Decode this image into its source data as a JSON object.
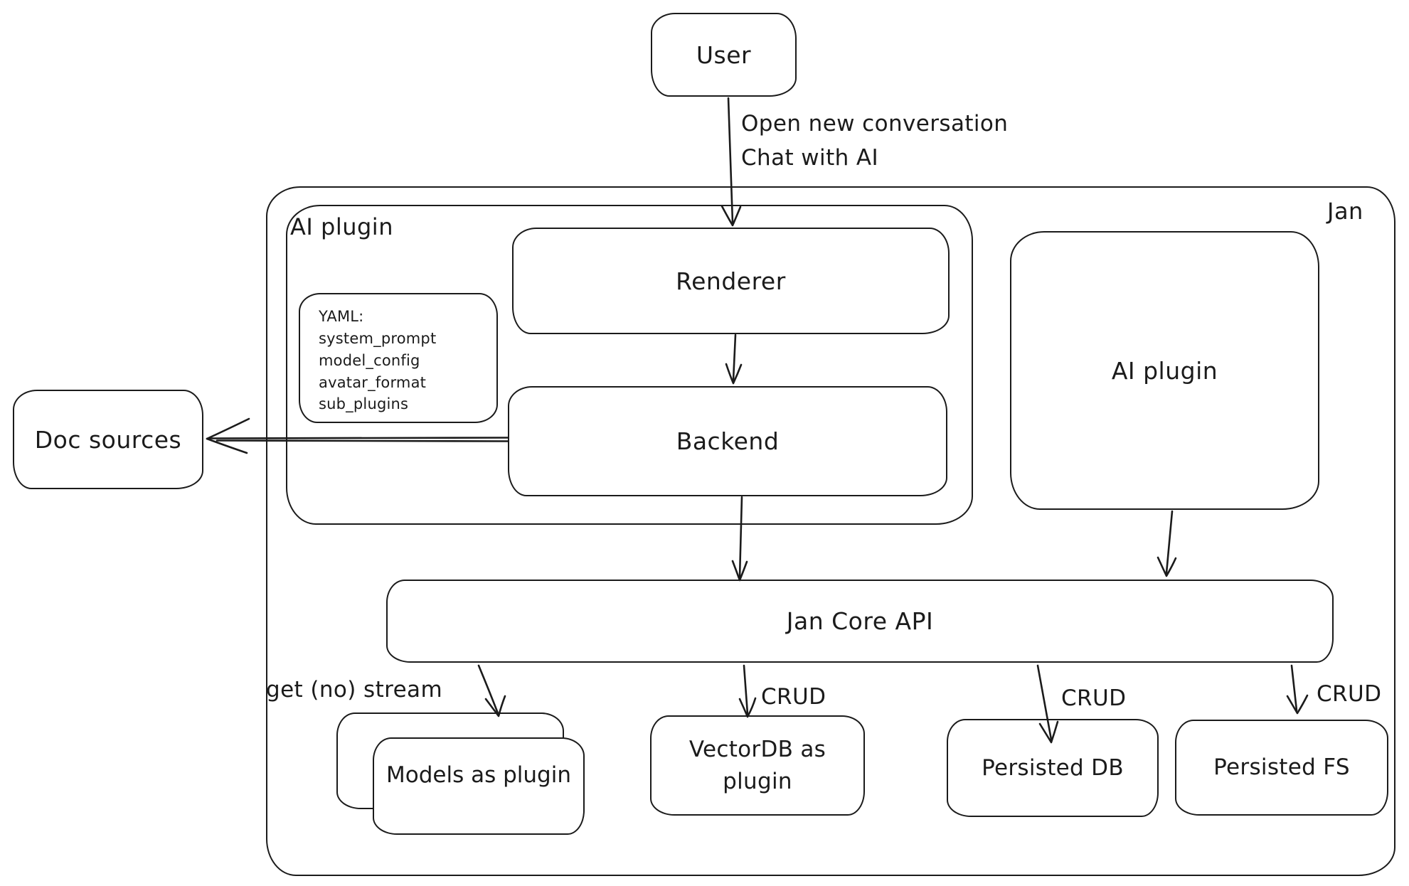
{
  "canvas": {
    "background": "#ffffff",
    "stroke_color": "#1b1b1b"
  },
  "containers": {
    "jan": {
      "label": "Jan"
    },
    "ai_plugin": {
      "label": "AI plugin"
    }
  },
  "nodes": {
    "user": {
      "label": "User"
    },
    "renderer": {
      "label": "Renderer"
    },
    "backend": {
      "label": "Backend"
    },
    "doc_sources": {
      "label": "Doc sources"
    },
    "ai_plugin_right": {
      "label": "AI plugin"
    },
    "jan_core_api": {
      "label": "Jan Core API"
    },
    "models_as_plugin": {
      "label": "Models as plugin"
    },
    "vectordb_as_plugin": {
      "label": "VectorDB as plugin"
    },
    "persisted_db": {
      "label": "Persisted DB"
    },
    "persisted_fs": {
      "label": "Persisted FS"
    }
  },
  "notes": {
    "yaml": {
      "title": "YAML:",
      "lines": [
        "system_prompt",
        "model_config",
        "avatar_format",
        "sub_plugins"
      ]
    }
  },
  "edge_labels": {
    "user_flow": [
      "Open new conversation",
      "Chat with AI"
    ],
    "get_stream": "get (no) stream",
    "crud_vectordb": "CRUD",
    "crud_persisted_db": "CRUD",
    "crud_persisted_fs": "CRUD"
  }
}
